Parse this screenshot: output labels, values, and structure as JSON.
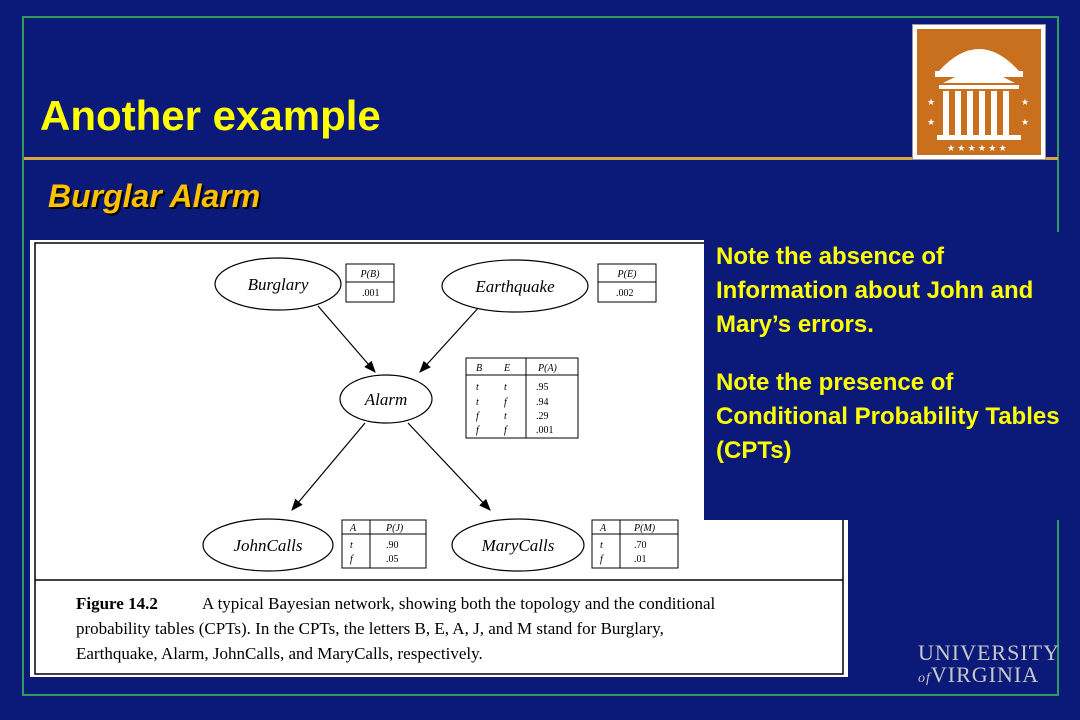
{
  "slide": {
    "title": "Another example",
    "subtitle": "Burglar Alarm"
  },
  "diagram": {
    "nodes": {
      "burglary": "Burglary",
      "earthquake": "Earthquake",
      "alarm": "Alarm",
      "johncalls": "JohnCalls",
      "marycalls": "MaryCalls"
    },
    "cpt_burglary": {
      "header": "P(B)",
      "value": ".001"
    },
    "cpt_earthquake": {
      "header": "P(E)",
      "value": ".002"
    },
    "cpt_alarm": {
      "headers": [
        "B",
        "E",
        "P(A)"
      ],
      "rows": [
        [
          "t",
          "t",
          ".95"
        ],
        [
          "t",
          "f",
          ".94"
        ],
        [
          "f",
          "t",
          ".29"
        ],
        [
          "f",
          "f",
          ".001"
        ]
      ]
    },
    "cpt_john": {
      "headers": [
        "A",
        "P(J)"
      ],
      "rows": [
        [
          "t",
          ".90"
        ],
        [
          "f",
          ".05"
        ]
      ]
    },
    "cpt_mary": {
      "headers": [
        "A",
        "P(M)"
      ],
      "rows": [
        [
          "t",
          ".70"
        ],
        [
          "f",
          ".01"
        ]
      ]
    },
    "caption": {
      "label": "Figure 14.2",
      "line1": "A typical Bayesian network, showing both the topology and the conditional",
      "line2": "probability tables (CPTs). In the CPTs, the letters B, E, A, J, and M stand for Burglary,",
      "line3": "Earthquake, Alarm, JohnCalls, and MaryCalls, respectively."
    }
  },
  "notes": {
    "note1": "Note the absence of Information about John and Mary’s errors.",
    "note2": "Note the presence of Conditional Probability Tables (CPTs)"
  },
  "branding": {
    "university_line1": "UNIVERSITY",
    "university_of": "of",
    "university_line2": "VIRGINIA"
  },
  "colors": {
    "background": "#0b1a78",
    "title": "#ffff00",
    "subtitle": "#ffc000",
    "rule": "#d9a441",
    "logo": "#c8701e"
  }
}
